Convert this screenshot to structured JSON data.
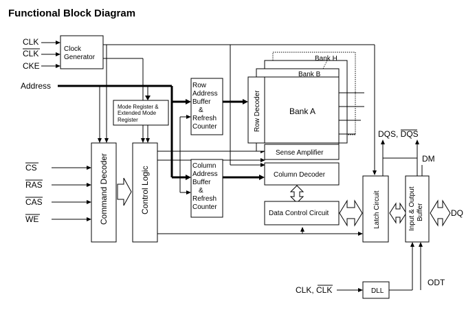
{
  "title": "Functional Block Diagram",
  "inputs": {
    "clk": "CLK",
    "clk_bar": "CLK",
    "cke": "CKE",
    "address": "Address",
    "cs": "CS",
    "ras": "RAS",
    "cas": "CAS",
    "we": "WE",
    "dll_clk": "CLK, ",
    "dll_clk_bar": "CLK"
  },
  "blocks": {
    "clock_generator": [
      "Clock",
      "Generator"
    ],
    "mode_register": [
      "Mode Register &",
      "Extended Mode",
      "Register"
    ],
    "row_buffer": [
      "Row",
      "Address",
      "Buffer",
      "&",
      "Refresh",
      "Counter"
    ],
    "column_buffer": [
      "Column",
      "Address",
      "Buffer",
      "&",
      "Refresh",
      "Counter"
    ],
    "command_decoder": "Command Decoder",
    "control_logic": "Control Logic",
    "row_decoder": "Row Decoder",
    "bank_a": "Bank A",
    "bank_b": "Bank B",
    "bank_h": "Bank H",
    "sense_amplifier": "Sense Amplifier",
    "column_decoder": "Column Decoder",
    "data_control": "Data Control Circuit",
    "latch_circuit": "Latch Circuit",
    "io_buffer": [
      "Input & Output",
      "Buffer"
    ],
    "dll": "DLL"
  },
  "signals": {
    "dqs": "DQS, ",
    "dqs_bar": "DQS",
    "dm": "DM",
    "dq": "DQ",
    "odt": "ODT"
  }
}
